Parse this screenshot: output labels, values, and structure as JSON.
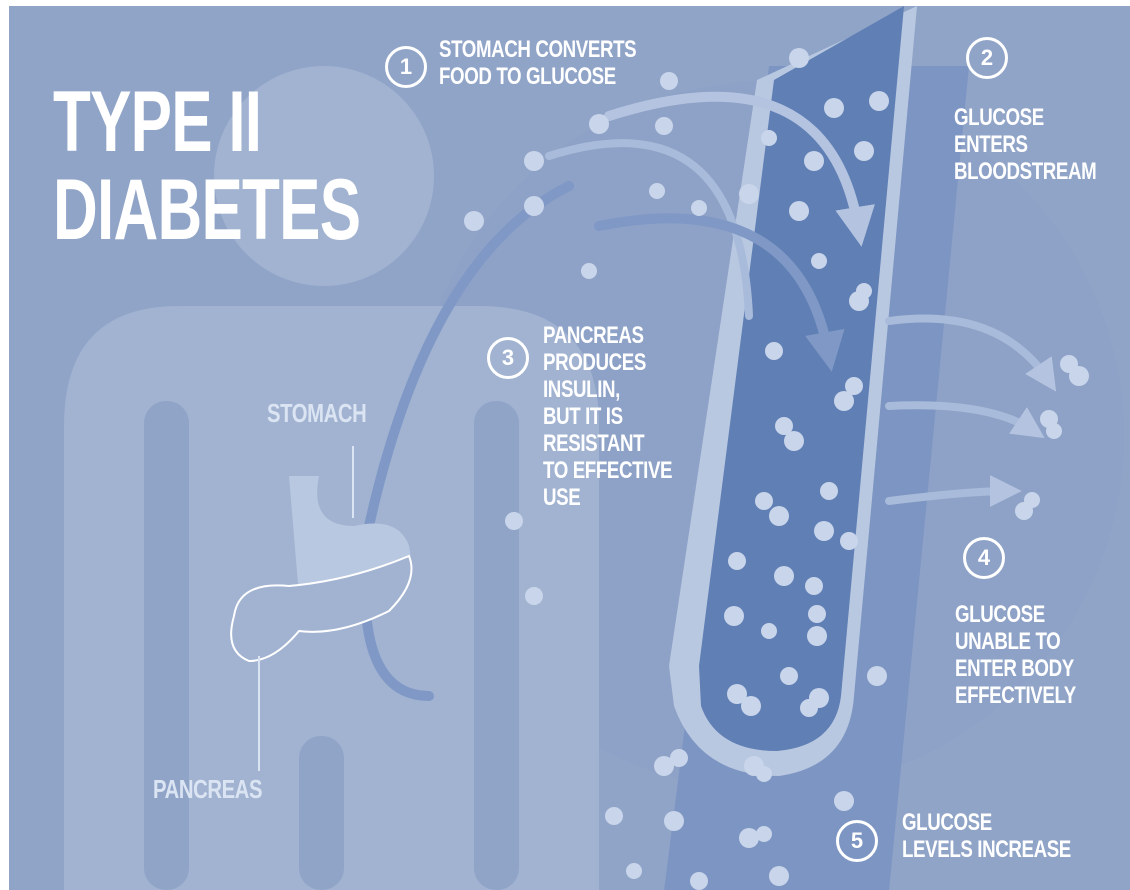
{
  "title": "TYPE II\nDIABETES",
  "steps": [
    {
      "number": "1",
      "text": "STOMACH CONVERTS\nFOOD TO GLUCOSE"
    },
    {
      "number": "2",
      "text": "GLUCOSE\nENTERS\nBLOODSTREAM"
    },
    {
      "number": "3",
      "text": "PANCREAS\nPRODUCES\nINSULIN,\nBUT IT IS\nRESISTANT\nTO EFFECTIVE\nUSE"
    },
    {
      "number": "4",
      "text": "GLUCOSE\nUNABLE TO\nENTER BODY\nEFFECTIVELY"
    },
    {
      "number": "5",
      "text": "GLUCOSE\nLEVELS INCREASE"
    }
  ],
  "labels": {
    "stomach": "STOMACH",
    "pancreas": "PANCREAS"
  },
  "colors": {
    "background": "#90a4c8",
    "body_silhouette": "#a1b3d1",
    "vessel_wall": "#b9c8e1",
    "vessel_inner": "#5f7fb5",
    "glucose": "#c9d5ea",
    "text": "#ffffff"
  },
  "icons": [
    "human-silhouette-icon",
    "stomach-icon",
    "pancreas-icon",
    "blood-vessel-icon",
    "glucose-dot-icon",
    "arrow-icon"
  ]
}
